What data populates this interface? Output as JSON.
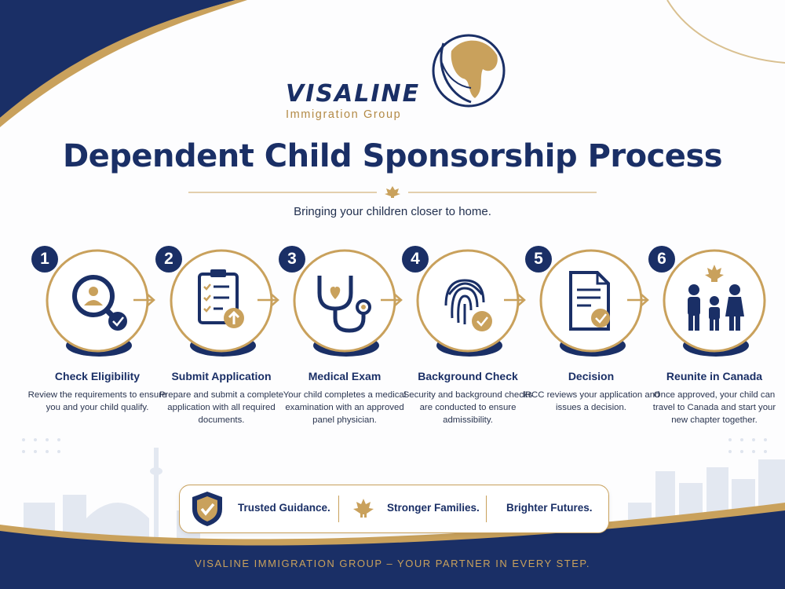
{
  "brand": {
    "name": "VISALINE",
    "sub": "Immigration Group"
  },
  "title": "Dependent Child Sponsorship Process",
  "subtitle": "Bringing your children closer to home.",
  "steps": [
    {
      "num": "1",
      "title": "Check Eligibility",
      "desc": "Review the requirements to ensure you and your child qualify.",
      "icon": "magnifier-person-icon"
    },
    {
      "num": "2",
      "title": "Submit Application",
      "desc": "Prepare and submit a complete application with all required documents.",
      "icon": "clipboard-checklist-icon"
    },
    {
      "num": "3",
      "title": "Medical Exam",
      "desc": "Your child completes a medical examination with an approved panel physician.",
      "icon": "stethoscope-icon"
    },
    {
      "num": "4",
      "title": "Background Check",
      "desc": "Security and background checks are conducted to ensure admissibility.",
      "icon": "fingerprint-icon"
    },
    {
      "num": "5",
      "title": "Decision",
      "desc": "IRCC reviews your application and issues a decision.",
      "icon": "document-approved-icon"
    },
    {
      "num": "6",
      "title": "Reunite in Canada",
      "desc": "Once approved, your child can travel to Canada and start your new chapter together.",
      "icon": "family-maple-icon"
    }
  ],
  "banner": {
    "item1": "Trusted Guidance.",
    "item2": "Stronger Families.",
    "item3": "Brighter Futures."
  },
  "footer": "VISALINE IMMIGRATION GROUP – YOUR PARTNER IN EVERY STEP.",
  "colors": {
    "navy": "#1a2f66",
    "gold": "#c9a15c"
  }
}
